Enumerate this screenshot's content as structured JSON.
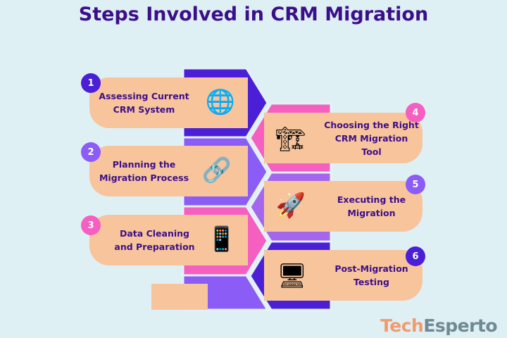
{
  "title": "Steps Involved in CRM Migration",
  "steps": [
    {
      "number": "1",
      "label": "Assessing Current CRM System",
      "icon": "www-search-icon",
      "color": "#4b1fd6"
    },
    {
      "number": "2",
      "label": "Planning the Migration Process",
      "icon": "chain-link-icon",
      "color": "#8b5cf6"
    },
    {
      "number": "3",
      "label": "Data Cleaning and Preparation",
      "icon": "phone-checklist-icon",
      "color": "#f55fc0"
    },
    {
      "number": "4",
      "label": "Choosing the Right CRM Migration Tool",
      "icon": "crane-tool-icon",
      "color": "#f55fc0"
    },
    {
      "number": "5",
      "label": "Executing the Migration",
      "icon": "rocket-gear-icon",
      "color": "#a566ee"
    },
    {
      "number": "6",
      "label": "Post-Migration Testing",
      "icon": "browser-test-icon",
      "color": "#4b1fd6"
    }
  ],
  "logo": {
    "part1": "Tech",
    "part2": "Esperto",
    "color1": "#f29a6c",
    "color2": "#6f8a92"
  }
}
